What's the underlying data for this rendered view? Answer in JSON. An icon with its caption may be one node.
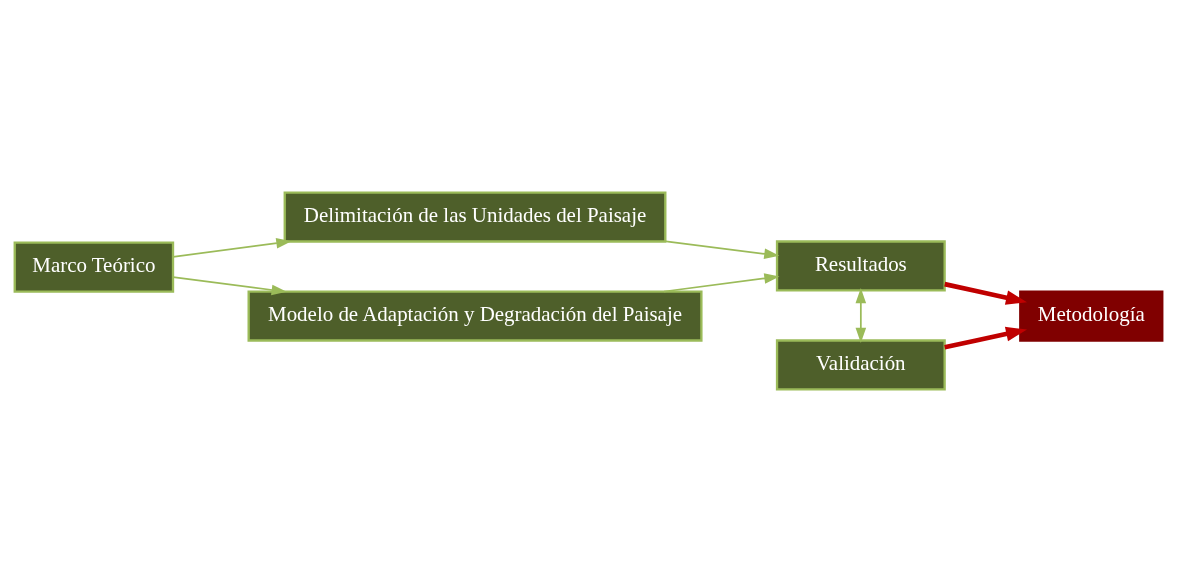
{
  "diagram": {
    "nodes": [
      {
        "text": [
          "Marco Teórico"
        ]
      },
      {
        "text": [
          "Delimitación de las Unidades del Paisaje"
        ]
      },
      {
        "text": [
          "Modelo de Adaptación y Degradación del Paisaje"
        ]
      },
      {
        "text": [
          "Resultados"
        ]
      },
      {
        "text": [
          "Validación"
        ]
      },
      {
        "text": [
          "Metodología"
        ]
      }
    ],
    "edges": [
      {
        "from": 0,
        "to": 1,
        "arrow": "to"
      },
      {
        "from": 0,
        "to": 2,
        "arrow": "to"
      },
      {
        "from": 1,
        "to": 3,
        "arrow": "to"
      },
      {
        "from": 2,
        "to": 3,
        "arrow": "to"
      },
      {
        "from": 3,
        "to": 4,
        "arrow": "both"
      },
      {
        "from": 3,
        "to": 5,
        "arrow": "to",
        "style": "thick",
        "color": "#c00000"
      },
      {
        "from": 4,
        "to": 5,
        "arrow": "to",
        "style": "thick",
        "color": "#c00000"
      }
    ]
  }
}
